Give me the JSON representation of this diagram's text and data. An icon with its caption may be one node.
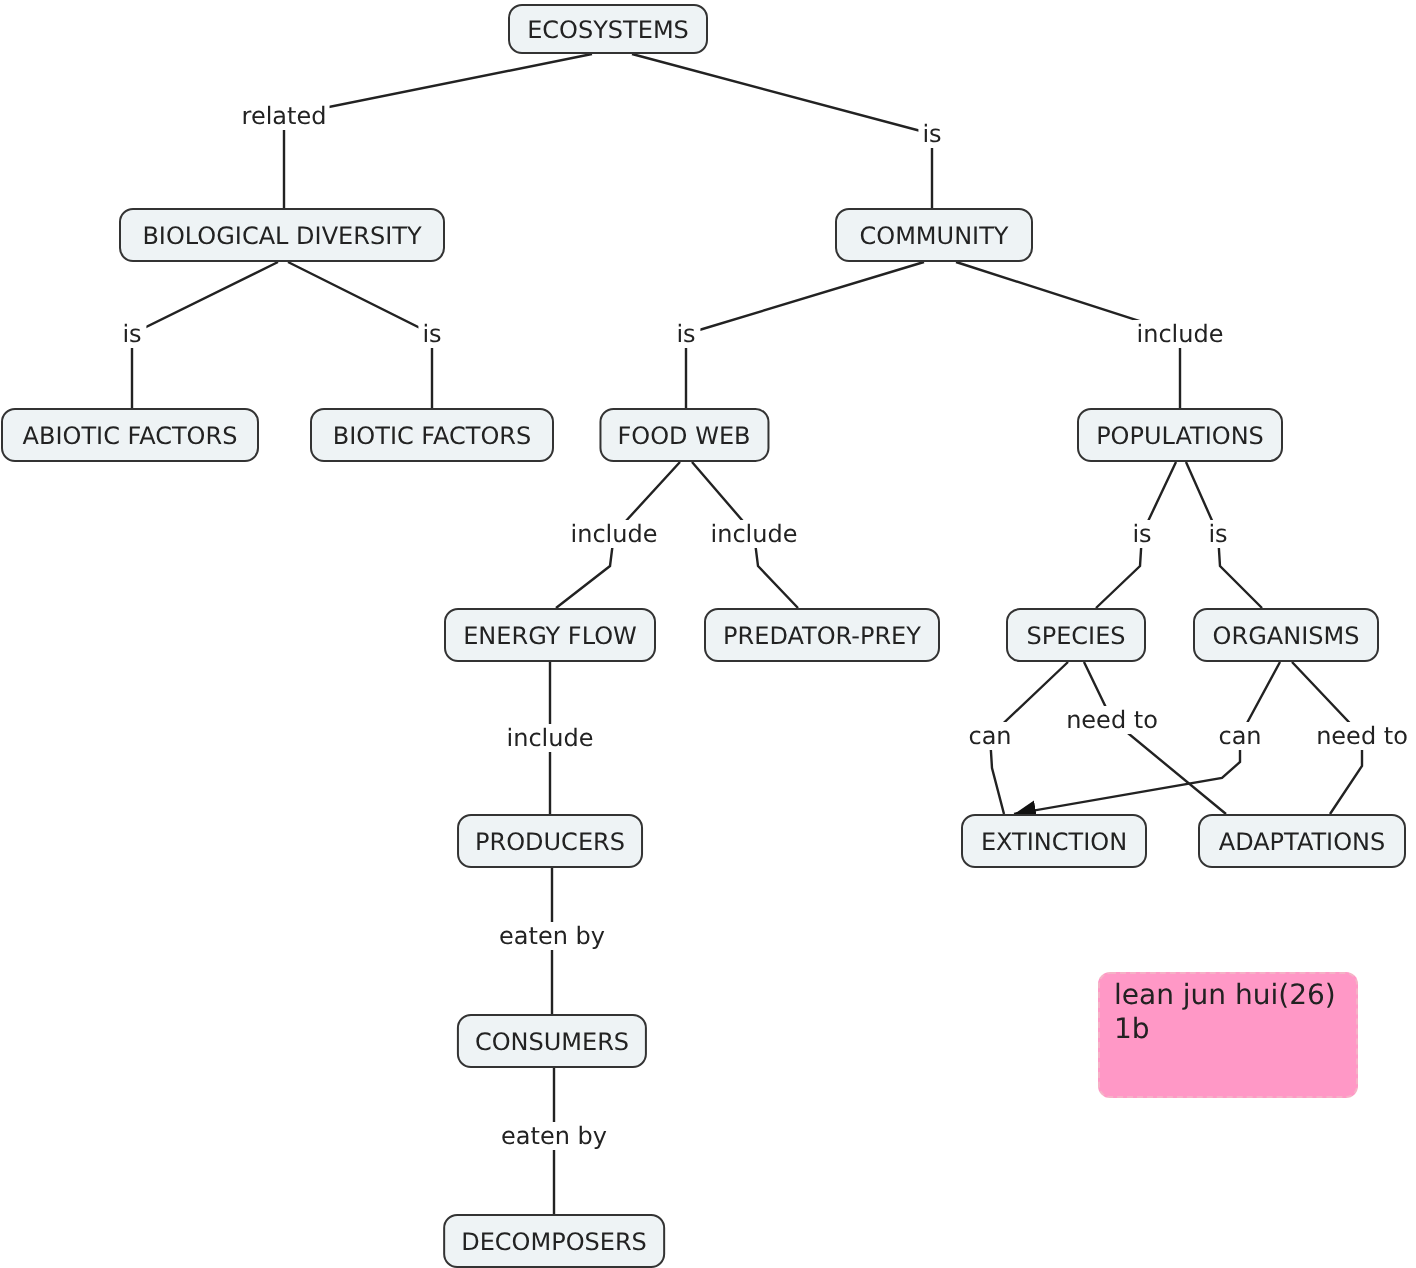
{
  "diagram": {
    "nodes": [
      {
        "text": [
          "ECOSYSTEMS"
        ]
      },
      {
        "text": [
          "BIOLOGICAL DIVERSITY"
        ]
      },
      {
        "text": [
          "COMMUNITY"
        ]
      },
      {
        "text": [
          "ABIOTIC FACTORS"
        ]
      },
      {
        "text": [
          "BIOTIC FACTORS"
        ]
      },
      {
        "text": [
          "FOOD WEB"
        ]
      },
      {
        "text": [
          "POPULATIONS"
        ]
      },
      {
        "text": [
          "ENERGY FLOW"
        ]
      },
      {
        "text": [
          "PREDATOR-PREY"
        ]
      },
      {
        "text": [
          "SPECIES"
        ]
      },
      {
        "text": [
          "ORGANISMS"
        ]
      },
      {
        "text": [
          "PRODUCERS"
        ]
      },
      {
        "text": [
          "EXTINCTION"
        ]
      },
      {
        "text": [
          "ADAPTATIONS"
        ]
      },
      {
        "text": [
          "CONSUMERS"
        ]
      },
      {
        "text": [
          "DECOMPOSERS"
        ]
      },
      {
        "text": [
          "lean jun hui(26) 1b"
        ]
      }
    ],
    "edges": [
      {
        "from": 0,
        "to": 1,
        "label": "related",
        "arrow": "none"
      },
      {
        "from": 0,
        "to": 2,
        "label": "is",
        "arrow": "none"
      },
      {
        "from": 1,
        "to": 3,
        "label": "is",
        "arrow": "none"
      },
      {
        "from": 1,
        "to": 4,
        "label": "is",
        "arrow": "none"
      },
      {
        "from": 2,
        "to": 5,
        "label": "is",
        "arrow": "none"
      },
      {
        "from": 2,
        "to": 6,
        "label": "include",
        "arrow": "none"
      },
      {
        "from": 5,
        "to": 7,
        "label": "include",
        "arrow": "none"
      },
      {
        "from": 5,
        "to": 8,
        "label": "include",
        "arrow": "none"
      },
      {
        "from": 6,
        "to": 9,
        "label": "is",
        "arrow": "none"
      },
      {
        "from": 6,
        "to": 10,
        "label": "is",
        "arrow": "none"
      },
      {
        "from": 7,
        "to": 11,
        "label": "include",
        "arrow": "none"
      },
      {
        "from": 9,
        "to": 12,
        "label": "can",
        "arrow": "none"
      },
      {
        "from": 9,
        "to": 13,
        "label": "need to",
        "arrow": "none"
      },
      {
        "from": 10,
        "to": 12,
        "label": "can",
        "arrow": "to"
      },
      {
        "from": 10,
        "to": 13,
        "label": "need to",
        "arrow": "none"
      },
      {
        "from": 11,
        "to": 14,
        "label": "eaten by",
        "arrow": "none"
      },
      {
        "from": 14,
        "to": 15,
        "label": "eaten by",
        "arrow": "none"
      }
    ]
  }
}
